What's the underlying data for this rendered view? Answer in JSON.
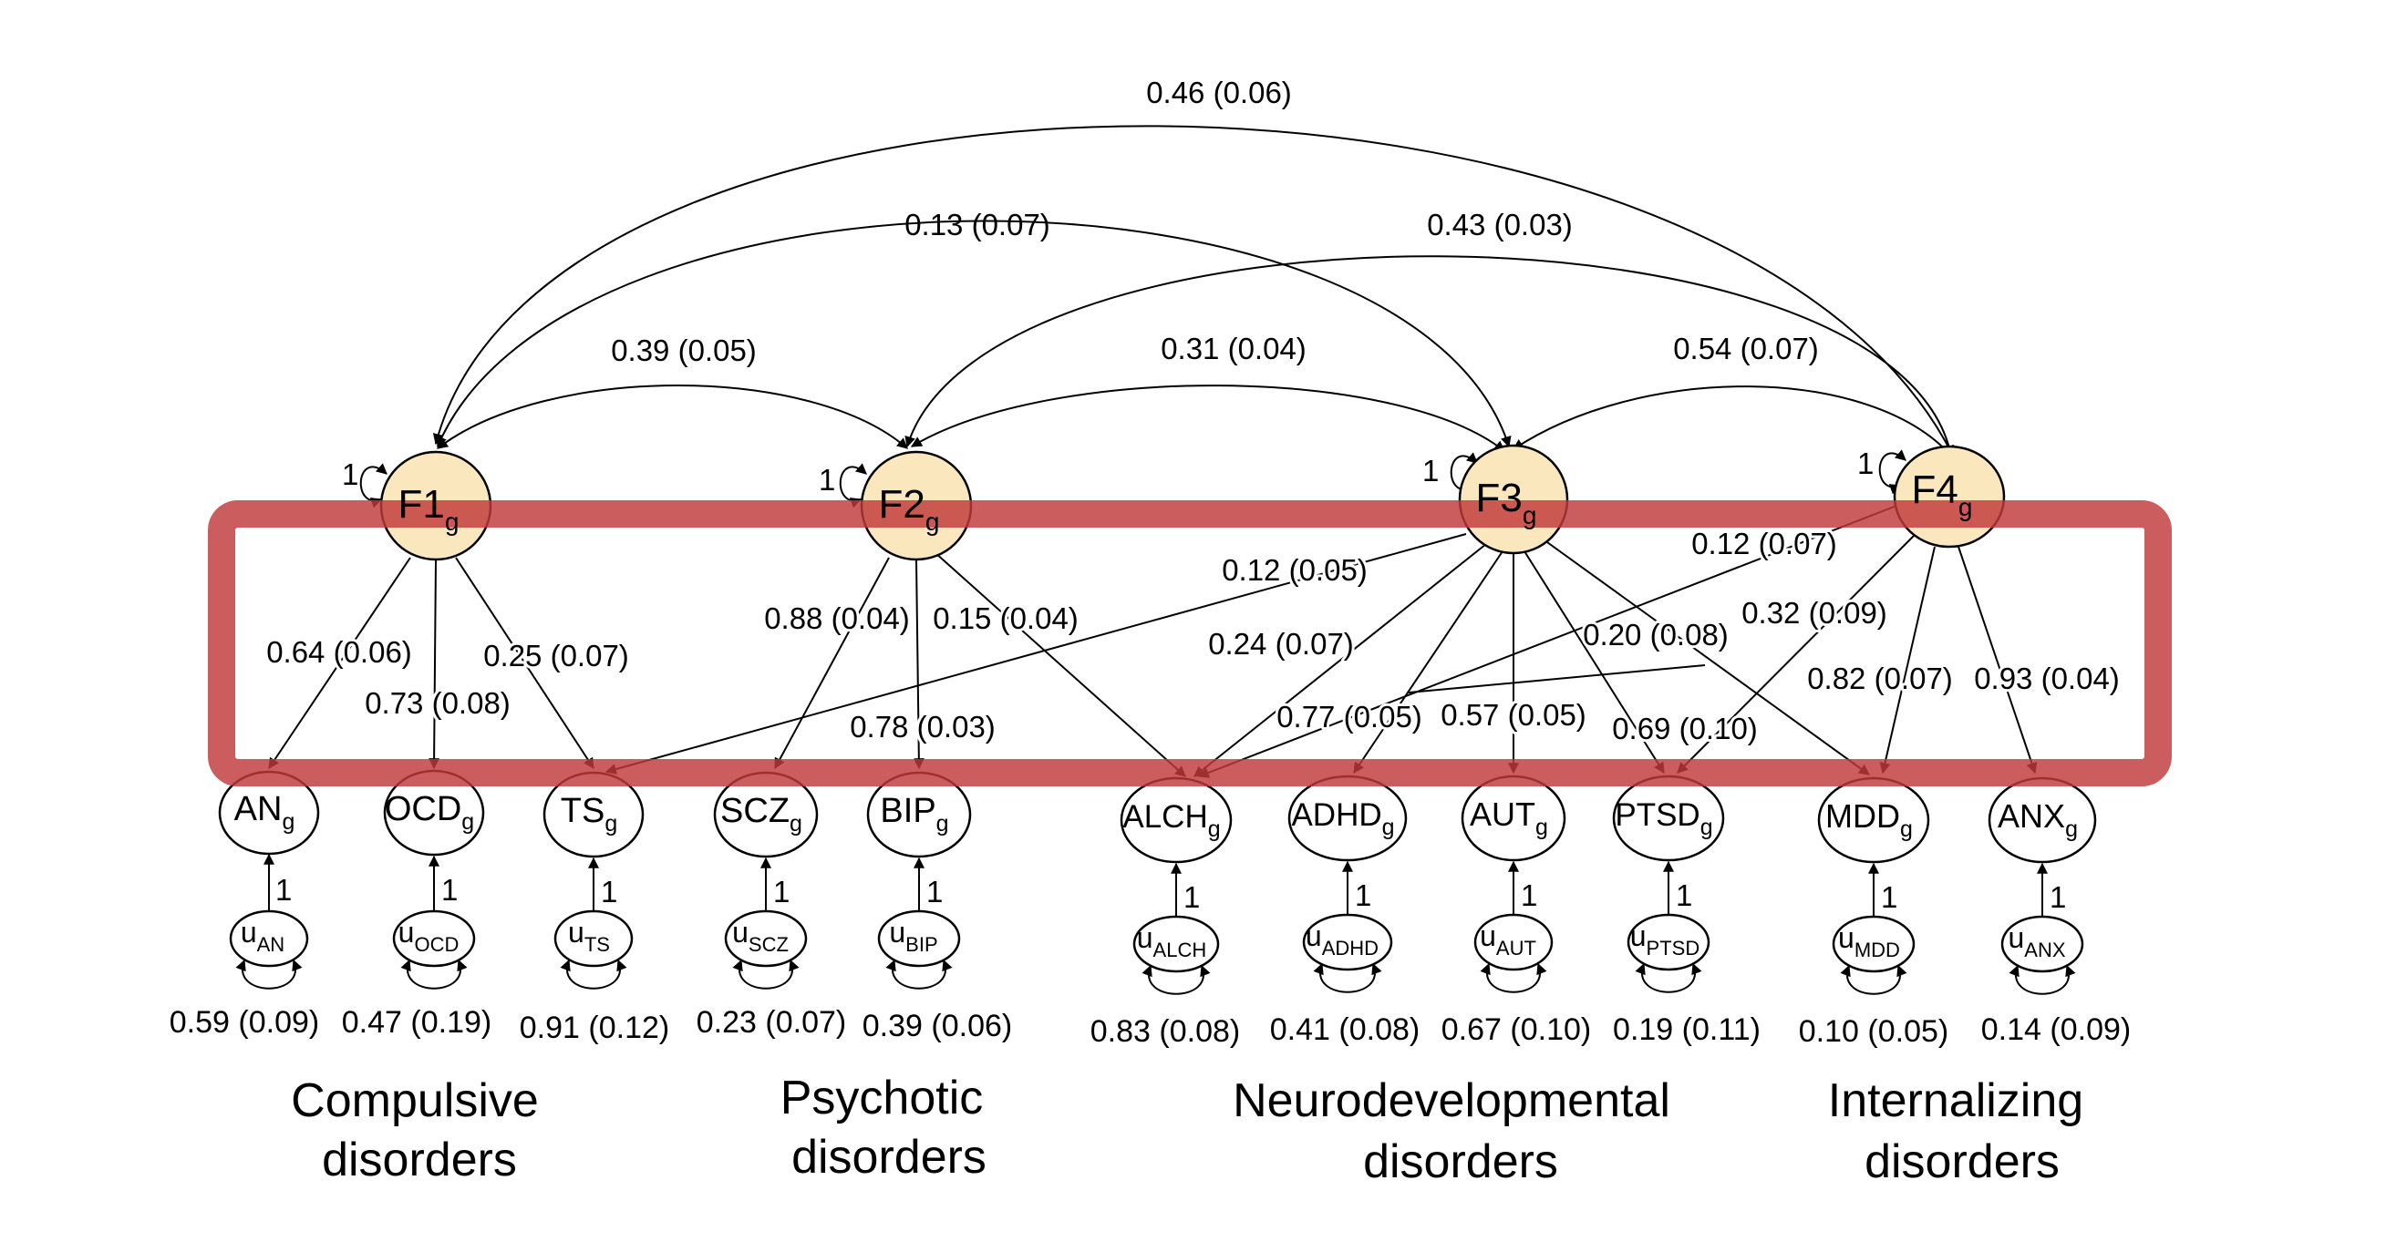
{
  "factors": [
    {
      "id": "F1",
      "main": "F1",
      "sub": "g",
      "variance": "1"
    },
    {
      "id": "F2",
      "main": "F2",
      "sub": "g",
      "variance": "1"
    },
    {
      "id": "F3",
      "main": "F3",
      "sub": "g",
      "variance": "1"
    },
    {
      "id": "F4",
      "main": "F4",
      "sub": "g",
      "variance": "1"
    }
  ],
  "indicators": [
    {
      "id": "AN",
      "main": "AN",
      "sub": "g",
      "residual_main": "u",
      "residual_sub": "AN",
      "path_label": "1",
      "residual_variance": "0.59 (0.09)"
    },
    {
      "id": "OCD",
      "main": "OCD",
      "sub": "g",
      "residual_main": "u",
      "residual_sub": "OCD",
      "path_label": "1",
      "residual_variance": "0.47 (0.19)"
    },
    {
      "id": "TS",
      "main": "TS",
      "sub": "g",
      "residual_main": "u",
      "residual_sub": "TS",
      "path_label": "1",
      "residual_variance": "0.91 (0.12)"
    },
    {
      "id": "SCZ",
      "main": "SCZ",
      "sub": "g",
      "residual_main": "u",
      "residual_sub": "SCZ",
      "path_label": "1",
      "residual_variance": "0.23 (0.07)"
    },
    {
      "id": "BIP",
      "main": "BIP",
      "sub": "g",
      "residual_main": "u",
      "residual_sub": "BIP",
      "path_label": "1",
      "residual_variance": "0.39 (0.06)"
    },
    {
      "id": "ALCH",
      "main": "ALCH",
      "sub": "g",
      "residual_main": "u",
      "residual_sub": "ALCH",
      "path_label": "1",
      "residual_variance": "0.83 (0.08)"
    },
    {
      "id": "ADHD",
      "main": "ADHD",
      "sub": "g",
      "residual_main": "u",
      "residual_sub": "ADHD",
      "path_label": "1",
      "residual_variance": "0.41 (0.08)"
    },
    {
      "id": "AUT",
      "main": "AUT",
      "sub": "g",
      "residual_main": "u",
      "residual_sub": "AUT",
      "path_label": "1",
      "residual_variance": "0.67 (0.10)"
    },
    {
      "id": "PTSD",
      "main": "PTSD",
      "sub": "g",
      "residual_main": "u",
      "residual_sub": "PTSD",
      "path_label": "1",
      "residual_variance": "0.19 (0.11)"
    },
    {
      "id": "MDD",
      "main": "MDD",
      "sub": "g",
      "residual_main": "u",
      "residual_sub": "MDD",
      "path_label": "1",
      "residual_variance": "0.10 (0.05)"
    },
    {
      "id": "ANX",
      "main": "ANX",
      "sub": "g",
      "residual_main": "u",
      "residual_sub": "ANX",
      "path_label": "1",
      "residual_variance": "0.14 (0.09)"
    }
  ],
  "correlations": [
    {
      "from": "F1",
      "to": "F4",
      "label": "0.46 (0.06)"
    },
    {
      "from": "F1",
      "to": "F3",
      "label": "0.13 (0.07)"
    },
    {
      "from": "F2",
      "to": "F4",
      "label": "0.43 (0.03)"
    },
    {
      "from": "F1",
      "to": "F2",
      "label": "0.39 (0.05)"
    },
    {
      "from": "F2",
      "to": "F3",
      "label": "0.31 (0.04)"
    },
    {
      "from": "F3",
      "to": "F4",
      "label": "0.54 (0.07)"
    }
  ],
  "loadings": [
    {
      "from": "F1",
      "to": "AN",
      "label": "0.64 (0.06)"
    },
    {
      "from": "F1",
      "to": "OCD",
      "label": "0.73 (0.08)"
    },
    {
      "from": "F1",
      "to": "TS",
      "label": "0.25 (0.07)"
    },
    {
      "from": "F2",
      "to": "SCZ",
      "label": "0.88 (0.04)"
    },
    {
      "from": "F2",
      "to": "BIP",
      "label": "0.78 (0.03)"
    },
    {
      "from": "F2",
      "to": "ALCH",
      "label": "0.15 (0.04)"
    },
    {
      "from": "F3",
      "to": "TS",
      "label": "0.12 (0.05)"
    },
    {
      "from": "F3",
      "to": "ALCH",
      "label": "0.24 (0.07)"
    },
    {
      "from": "F3",
      "to": "ADHD",
      "label": "0.77 (0.05)"
    },
    {
      "from": "F3",
      "to": "AUT",
      "label": "0.57 (0.05)"
    },
    {
      "from": "F3",
      "to": "PTSD",
      "label": "0.69 (0.10)"
    },
    {
      "from": "F3",
      "to": "MDD",
      "label": "0.20 (0.08)"
    },
    {
      "from": "F4",
      "to": "ALCH",
      "label": "0.12 (0.07)"
    },
    {
      "from": "F4",
      "to": "PTSD",
      "label": "0.32 (0.09)"
    },
    {
      "from": "F4",
      "to": "MDD",
      "label": "0.82 (0.07)"
    },
    {
      "from": "F4",
      "to": "ANX",
      "label": "0.93 (0.04)"
    }
  ],
  "groups": [
    {
      "line1": "Compulsive",
      "line2": "disorders"
    },
    {
      "line1": "Psychotic",
      "line2": "disorders"
    },
    {
      "line1": "Neurodevelopmental",
      "line2": "disorders"
    },
    {
      "line1": "Internalizing",
      "line2": "disorders"
    }
  ],
  "highlight_color": "#c0393b",
  "factor_fill": "#fbe7bd"
}
